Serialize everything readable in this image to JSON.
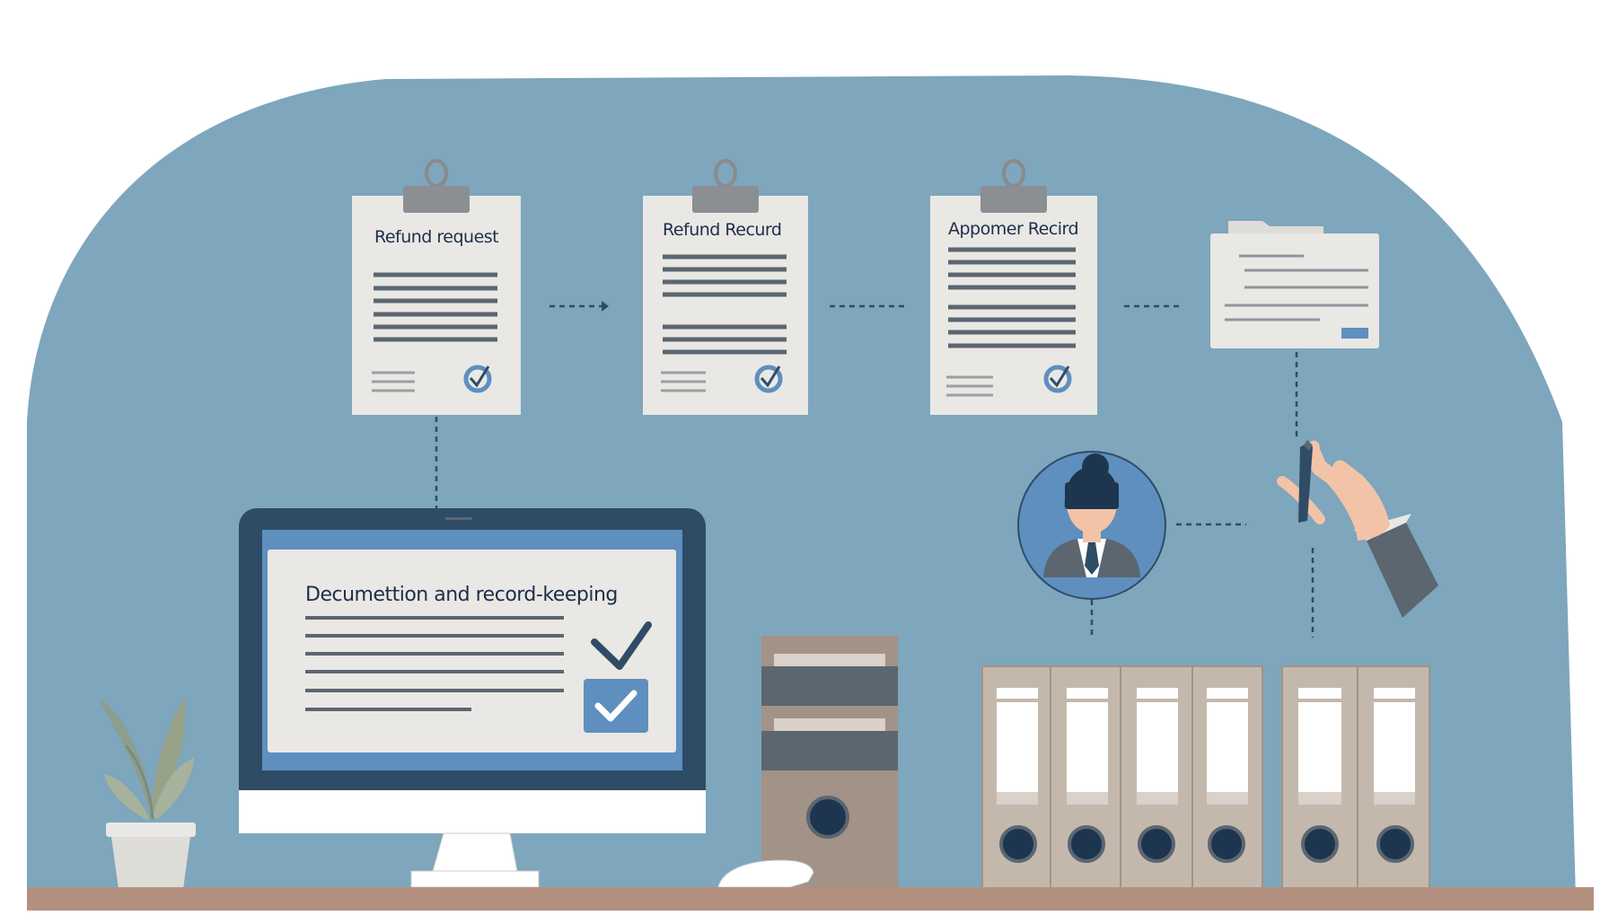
{
  "documents": [
    {
      "title": "Refund request"
    },
    {
      "title": "Refund Recurd"
    },
    {
      "title": "Appomer Recird"
    }
  ],
  "monitor": {
    "title": "Decumettion and record-keeping"
  },
  "colors": {
    "background_shape": "#7ea6bc",
    "paper": "#e9e8e4",
    "ink_lines": "#5b6671",
    "accent_blue": "#5e8fbf",
    "monitor_frame": "#2f4c66",
    "binder": "#c4b8ad",
    "shelf": "#b3907e"
  },
  "icons": [
    "clipboard-clip-icon",
    "check-circle-icon",
    "checkmark-icon",
    "checkbox-checked-icon",
    "folder-icon",
    "person-avatar-icon",
    "hand-pen-icon",
    "plant-icon",
    "computer-tower-icon",
    "binder-icon",
    "arrow-right-icon"
  ]
}
